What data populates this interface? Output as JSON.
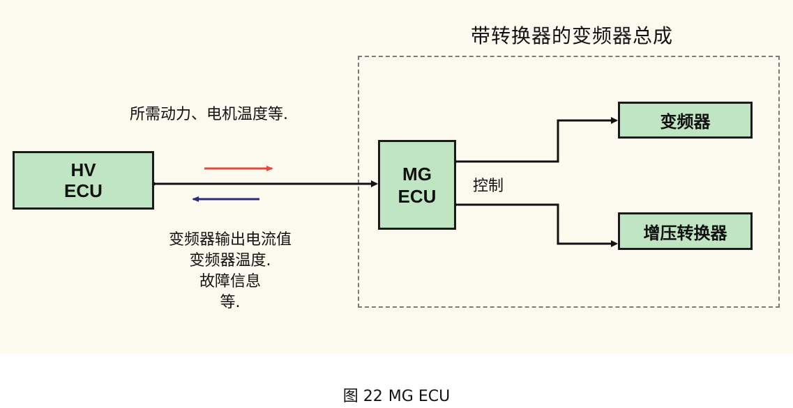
{
  "assembly": {
    "title": "带转换器的变频器总成"
  },
  "blocks": {
    "hv_ecu": {
      "line1": "HV",
      "line2": "ECU"
    },
    "mg_ecu": {
      "line1": "MG",
      "line2": "ECU"
    },
    "inverter": {
      "label": "变频器"
    },
    "boost_converter": {
      "label": "增压转换器"
    }
  },
  "labels": {
    "to_mg": "所需动力、电机温度等.",
    "control": "控制",
    "to_hv": [
      "变频器输出电流值",
      "变频器温度.",
      "故障信息",
      "等."
    ]
  },
  "colors": {
    "block_fill": "#bfe5c2",
    "request_arrow": "#e8483a",
    "feedback_arrow": "#2c2a7a",
    "background": "#fcf9ee"
  },
  "caption": {
    "figure": "图 22",
    "title": "MG ECU"
  }
}
